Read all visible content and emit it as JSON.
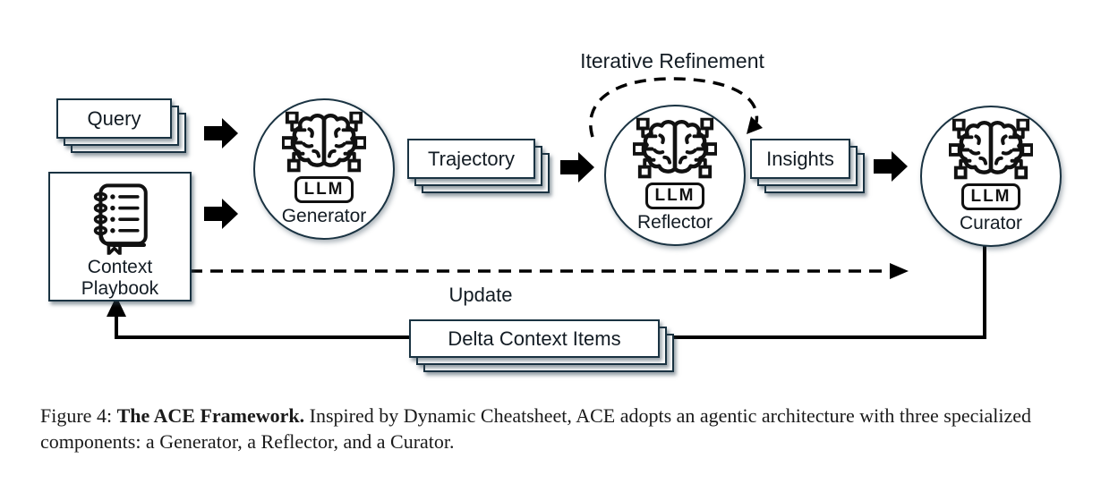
{
  "diagram": {
    "boxes": {
      "query": {
        "label": "Query"
      },
      "trajectory": {
        "label": "Trajectory"
      },
      "insights": {
        "label": "Insights"
      },
      "delta_context_items": {
        "label": "Delta Context Items"
      },
      "context_playbook": {
        "line1": "Context",
        "line2": "Playbook"
      }
    },
    "nodes": {
      "generator": {
        "label": "Generator",
        "badge": "LLM"
      },
      "reflector": {
        "label": "Reflector",
        "badge": "LLM"
      },
      "curator": {
        "label": "Curator",
        "badge": "LLM"
      }
    },
    "annotations": {
      "iterative_refinement": "Iterative Refinement",
      "update": "Update"
    },
    "icons": {
      "node_icon": "brain-chip-icon",
      "playbook_icon": "notebook-icon"
    },
    "colors": {
      "node_border": "#1a3342",
      "arrow_black": "#000000",
      "label_text": "#131c24"
    }
  },
  "caption": {
    "prefix": "Figure 4: ",
    "bold": "The ACE Framework.",
    "text": " Inspired by Dynamic Cheatsheet, ACE adopts an agentic architecture with three specialized components: a Generator, a Reflector, and a Curator."
  }
}
